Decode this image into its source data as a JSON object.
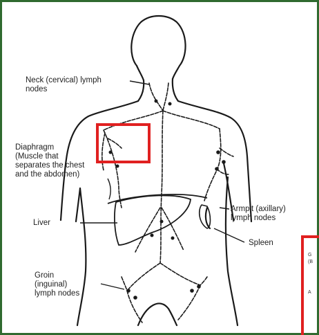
{
  "labels": {
    "neck": [
      "Neck (cervical) lymph",
      "nodes"
    ],
    "diaphragm": [
      "Diaphragm",
      "(Muscle that",
      "separates the chest",
      "and the abdomen)"
    ],
    "liver": "Liver",
    "armpit": [
      "Armpit (axillary)",
      "lymph nodes"
    ],
    "spleen": "Spleen",
    "groin": [
      "Groin",
      "(inguinal)",
      "lymph nodes"
    ],
    "cutoff_1": "G",
    "cutoff_2": "(B",
    "cutoff_3": "A"
  },
  "colors": {
    "frame": "#2f6a2f",
    "highlight": "#e02020",
    "line": "#1a1a1a"
  }
}
